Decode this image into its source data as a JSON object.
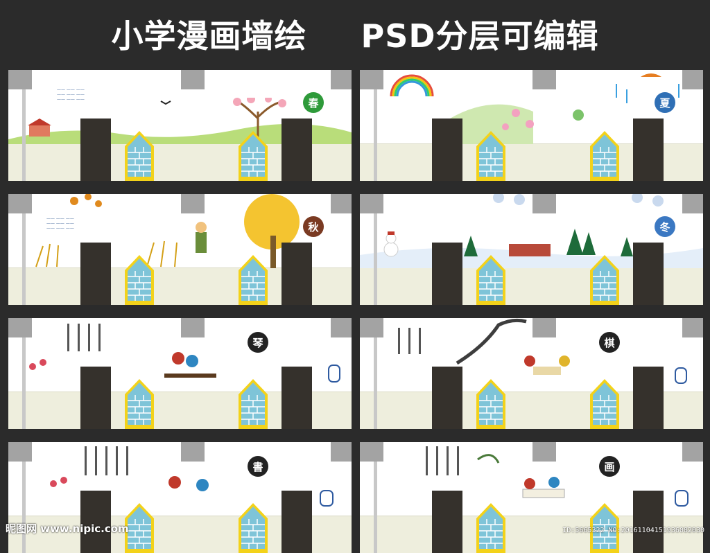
{
  "header": {
    "left_title": "小学漫画墙绘",
    "right_title": "PSD分层可编辑"
  },
  "panels": [
    {
      "badge": "春",
      "theme": "spring",
      "badge_color": "#2e9a3a"
    },
    {
      "badge": "夏",
      "theme": "summer",
      "badge_color": "#2f6fb5"
    },
    {
      "badge": "秋",
      "theme": "autumn",
      "badge_color": "#7a3a22"
    },
    {
      "badge": "冬",
      "theme": "winter",
      "badge_color": "#3b78c2"
    },
    {
      "badge": "琴",
      "theme": "qin",
      "badge_color": "#222222"
    },
    {
      "badge": "棋",
      "theme": "qi",
      "badge_color": "#222222"
    },
    {
      "badge": "書",
      "theme": "shu",
      "badge_color": "#222222"
    },
    {
      "badge": "画",
      "theme": "hua",
      "badge_color": "#222222"
    }
  ],
  "footer": {
    "logo": "昵图网 www.nipic.com",
    "id_text": "ID:5665322 NO:20161104151936082030"
  },
  "colors": {
    "background": "#2b2b2b",
    "wall": "#ffffff",
    "floor": "#eeeedd",
    "door": "#35312c",
    "window_fill": "#7ec4d8",
    "window_frame": "#f3d21a"
  }
}
